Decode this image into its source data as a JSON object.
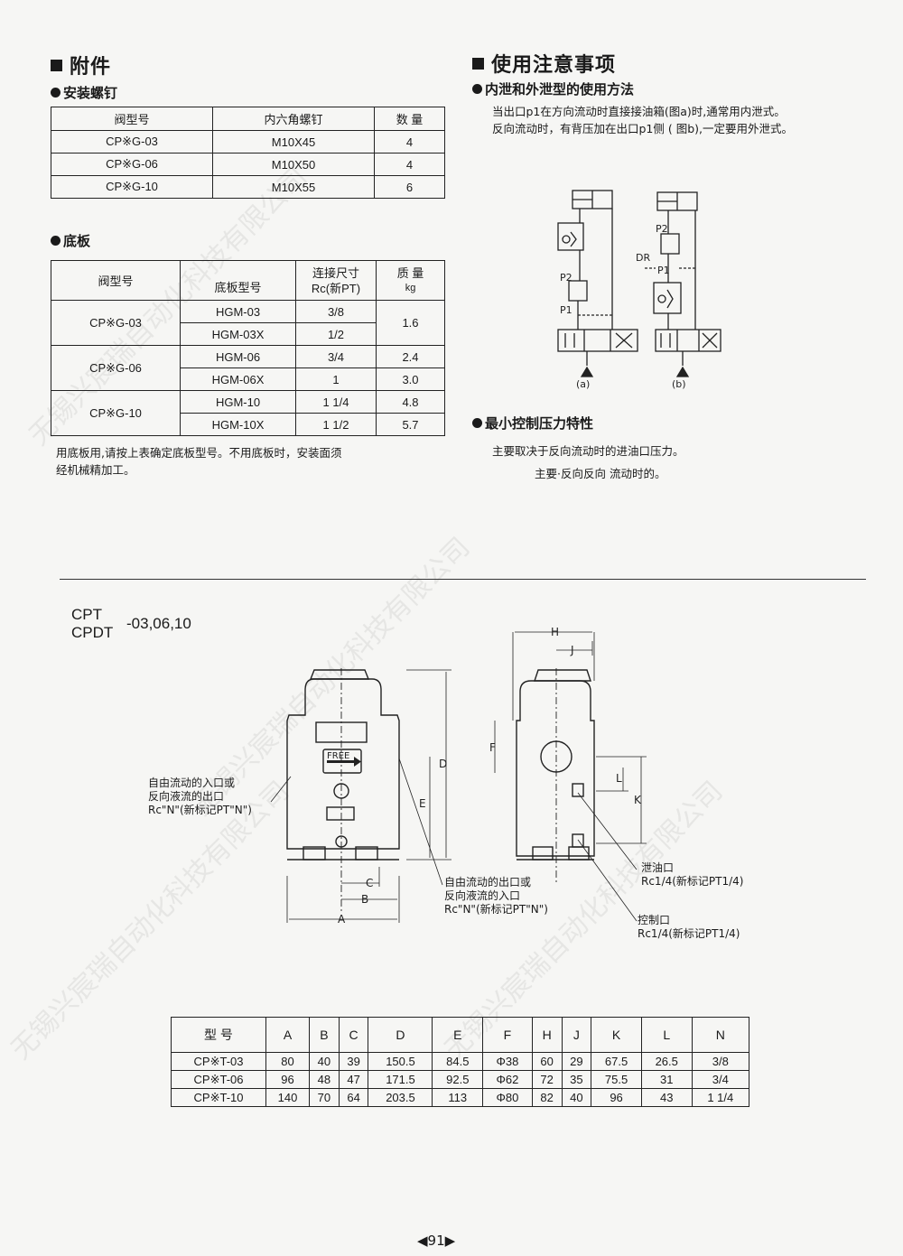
{
  "accessories": {
    "heading": "附件",
    "bolts": {
      "heading": "安装螺钉",
      "headers": [
        "阀型号",
        "内六角螺钉",
        "数 量"
      ],
      "rows": [
        [
          "CP※G-03",
          "M10X45",
          "4"
        ],
        [
          "CP※G-06",
          "M10X50",
          "4"
        ],
        [
          "CP※G-10",
          "M10X55",
          "6"
        ]
      ]
    },
    "base": {
      "heading": "底板",
      "headers": [
        "阀型号",
        "底板型号",
        "连接尺寸",
        "Rc(新PT)",
        "质 量",
        "kg"
      ],
      "groups": [
        {
          "valve": "CP※G-03",
          "mass": "1.6",
          "rows": [
            [
              "HGM-03",
              "3/8"
            ],
            [
              "HGM-03X",
              "1/2"
            ]
          ]
        },
        {
          "valve": "CP※G-06",
          "rows": [
            [
              "HGM-06",
              "3/4",
              "2.4"
            ],
            [
              "HGM-06X",
              "1",
              "3.0"
            ]
          ]
        },
        {
          "valve": "CP※G-10",
          "rows": [
            [
              "HGM-10",
              "1 1/4",
              "4.8"
            ],
            [
              "HGM-10X",
              "1 1/2",
              "5.7"
            ]
          ]
        }
      ],
      "note_line1": "用底板用,请按上表确定底板型号。不用底板时，安装面须",
      "note_line2": "经机械精加工。"
    }
  },
  "notes": {
    "heading": "使用注意事项",
    "drain": {
      "heading": "内泄和外泄型的使用方法",
      "line1": "当出口p1在方向流动时直接接油箱(图a)时,通常用内泄式。",
      "line2": "反向流动时，有背压加在出口p1侧 ( 图b),一定要用外泄式。"
    },
    "circuit": {
      "p2": "P2",
      "p1": "P1",
      "dr": "DR",
      "a": "(a)",
      "b": "(b)"
    },
    "min_pressure": {
      "heading": "最小控制压力特性",
      "line1": "主要取决于反向流动时的进油口压力。",
      "line2": "主要·反向反向 流动时的。"
    }
  },
  "model": {
    "line1": "CPT",
    "line2": "CPDT",
    "suffix": "-03,06,10"
  },
  "drawing": {
    "free": "FREE",
    "inlet_line1": "自由流动的入口或",
    "inlet_line2": "反向液流的出口",
    "inlet_line3": "Rc\"N\"(新标记PT\"N\")",
    "outlet_line1": "自由流动的出口或",
    "outlet_line2": "反向液流的入口",
    "outlet_line3": "Rc\"N\"(新标记PT\"N\")",
    "drain_line1": "泄油口",
    "drain_line2": "Rc1/4(新标记PT1/4)",
    "pilot_line1": "控制口",
    "pilot_line2": "Rc1/4(新标记PT1/4)",
    "dims": {
      "A": "A",
      "B": "B",
      "C": "C",
      "D": "D",
      "E": "E",
      "F": "F",
      "H": "H",
      "J": "J",
      "K": "K",
      "L": "L"
    }
  },
  "dimension_table": {
    "headers": [
      "型  号",
      "A",
      "B",
      "C",
      "D",
      "E",
      "F",
      "H",
      "J",
      "K",
      "L",
      "N"
    ],
    "rows": [
      [
        "CP※T-03",
        "80",
        "40",
        "39",
        "150.5",
        "84.5",
        "Φ38",
        "60",
        "29",
        "67.5",
        "26.5",
        "3/8"
      ],
      [
        "CP※T-06",
        "96",
        "48",
        "47",
        "171.5",
        "92.5",
        "Φ62",
        "72",
        "35",
        "75.5",
        "31",
        "3/4"
      ],
      [
        "CP※T-10",
        "140",
        "70",
        "64",
        "203.5",
        "113",
        "Φ80",
        "82",
        "40",
        "96",
        "43",
        "1 1/4"
      ]
    ]
  },
  "page_number": "91",
  "watermark": "无锡兴宸瑞自动化科技有限公司"
}
